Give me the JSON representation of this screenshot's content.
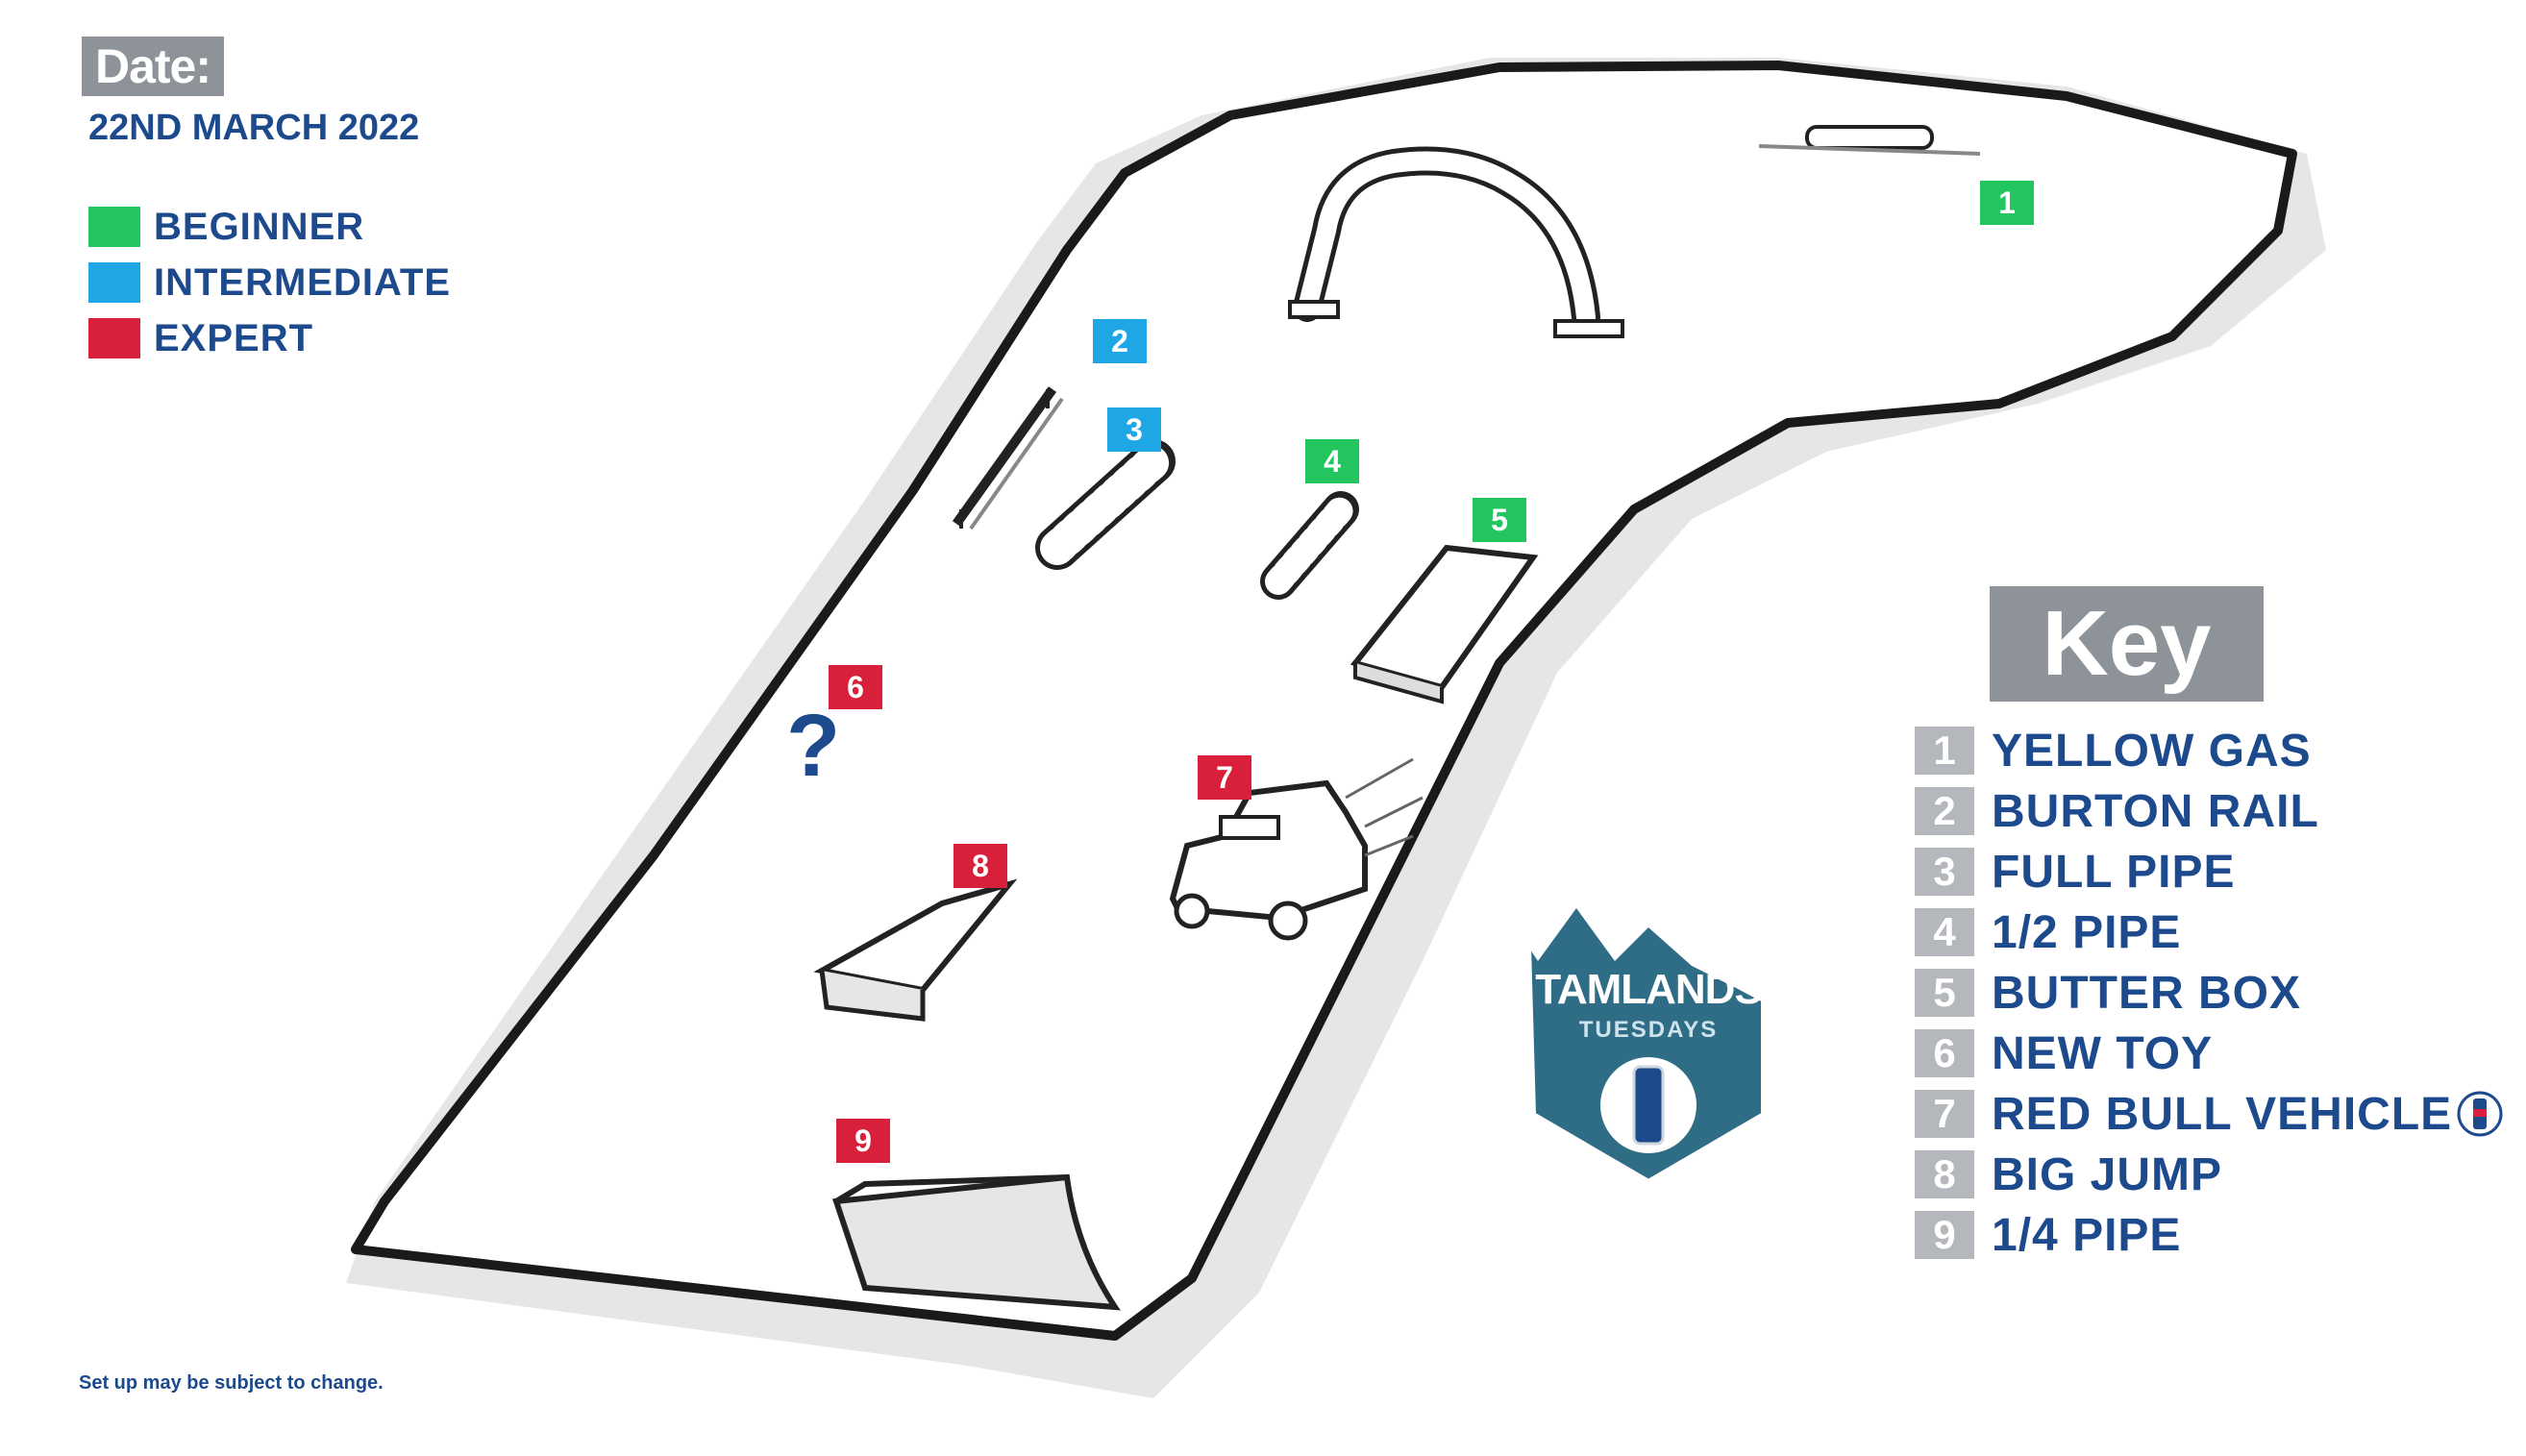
{
  "header": {
    "date_label": "Date:",
    "date_value": "22ND MARCH 2022"
  },
  "legend": {
    "items": [
      {
        "label": "BEGINNER",
        "color": "#22c55e"
      },
      {
        "label": "INTERMEDIATE",
        "color": "#1ea7e4"
      },
      {
        "label": "EXPERT",
        "color": "#d9203a"
      }
    ]
  },
  "colors": {
    "text_blue": "#1d4a8c",
    "grey_box": "#8d9399",
    "key_num_grey": "#b4b8bd",
    "logo_teal": "#2f6d86"
  },
  "markers": [
    {
      "num": "1",
      "level": "beginner"
    },
    {
      "num": "2",
      "level": "intermediate"
    },
    {
      "num": "3",
      "level": "intermediate"
    },
    {
      "num": "4",
      "level": "beginner"
    },
    {
      "num": "5",
      "level": "beginner"
    },
    {
      "num": "6",
      "level": "expert"
    },
    {
      "num": "7",
      "level": "expert"
    },
    {
      "num": "8",
      "level": "expert"
    },
    {
      "num": "9",
      "level": "expert"
    }
  ],
  "mystery_mark": "?",
  "key": {
    "title": "Key",
    "items": [
      {
        "num": "1",
        "label": "YELLOW GAS"
      },
      {
        "num": "2",
        "label": "BURTON RAIL"
      },
      {
        "num": "3",
        "label": "FULL PIPE"
      },
      {
        "num": "4",
        "label": "1/2 PIPE"
      },
      {
        "num": "5",
        "label": "BUTTER BOX"
      },
      {
        "num": "6",
        "label": "NEW TOY"
      },
      {
        "num": "7",
        "label": "RED BULL VEHICLE",
        "icon": "red-bull-can-icon"
      },
      {
        "num": "8",
        "label": "BIG JUMP"
      },
      {
        "num": "9",
        "label": "1/4 PIPE"
      }
    ]
  },
  "logo": {
    "line1": "TAMLANDS",
    "line2": "TUESDAYS",
    "icon": "mountain-badge-icon"
  },
  "footnote": "Set up may be subject to change."
}
